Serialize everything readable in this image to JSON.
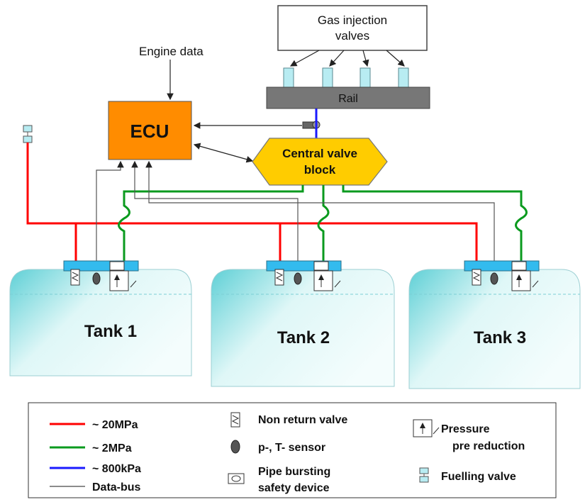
{
  "gas_valves": {
    "line1": "Gas injection",
    "line2": "valves"
  },
  "engine_data": "Engine data",
  "rail": "Rail",
  "ecu": "ECU",
  "central_block": {
    "line1": "Central valve",
    "line2": "block"
  },
  "tanks": [
    "Tank 1",
    "Tank 2",
    "Tank 3"
  ],
  "legend": {
    "lines": [
      {
        "label": "~ 20MPa",
        "color": "#ff0000"
      },
      {
        "label": "~ 2MPa",
        "color": "#0a9a1e"
      },
      {
        "label": "~ 800kPa",
        "color": "#1a1aff"
      },
      {
        "label": "Data-bus",
        "color": "#666666"
      }
    ],
    "symbols": {
      "non_return": "Non return valve",
      "sensor": "p-, T- sensor",
      "pipe_burst_1": "Pipe bursting",
      "pipe_burst_2": "safety device",
      "pressure_1": "Pressure",
      "pressure_2": "pre reduction",
      "fuelling": "Fuelling valve"
    }
  },
  "colors": {
    "ecu_fill": "#ff8c00",
    "central_fill": "#ffcc00",
    "tank_fill": "#bfeeee",
    "valve_block": "#33bbee",
    "rail_fill": "#777777",
    "injector_fill": "#b8ecf2"
  }
}
